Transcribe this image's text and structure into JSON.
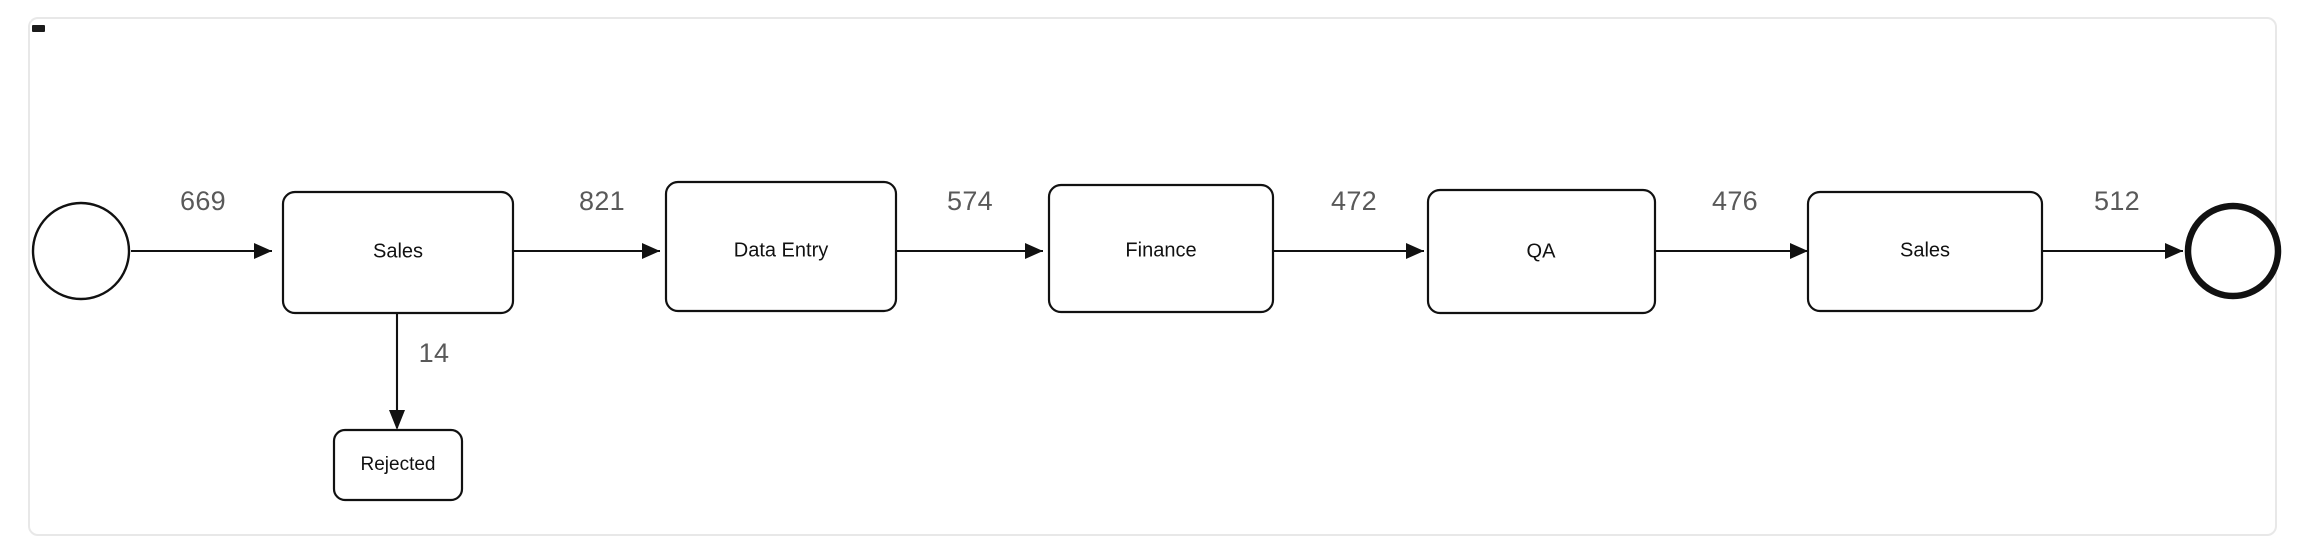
{
  "card": {
    "corner_marker": "-",
    "border_color": "#e8e8e8",
    "background_color": "#ffffff"
  },
  "theme": {
    "node_stroke": "#111111",
    "node_fill": "#ffffff",
    "edge_label_color": "#595959",
    "node_label_color": "#111111"
  },
  "diagram": {
    "type": "process-flow",
    "orientation": "left-to-right",
    "start_node": {
      "id": "start",
      "shape": "circle",
      "label": ""
    },
    "end_node": {
      "id": "end",
      "shape": "circle-thick",
      "label": ""
    },
    "nodes": [
      {
        "id": "sales-1",
        "label": "Sales",
        "shape": "rounded-rect"
      },
      {
        "id": "data-entry",
        "label": "Data Entry",
        "shape": "rounded-rect"
      },
      {
        "id": "finance",
        "label": "Finance",
        "shape": "rounded-rect"
      },
      {
        "id": "qa",
        "label": "QA",
        "shape": "rounded-rect"
      },
      {
        "id": "sales-2",
        "label": "Sales",
        "shape": "rounded-rect"
      },
      {
        "id": "rejected",
        "label": "Rejected",
        "shape": "rounded-rect-small"
      }
    ],
    "edges": [
      {
        "id": "e1",
        "from": "start",
        "to": "sales-1",
        "label": "669",
        "direction": "horizontal"
      },
      {
        "id": "e2",
        "from": "sales-1",
        "to": "data-entry",
        "label": "821",
        "direction": "horizontal"
      },
      {
        "id": "e3",
        "from": "data-entry",
        "to": "finance",
        "label": "574",
        "direction": "horizontal"
      },
      {
        "id": "e4",
        "from": "finance",
        "to": "qa",
        "label": "472",
        "direction": "horizontal"
      },
      {
        "id": "e5",
        "from": "qa",
        "to": "sales-2",
        "label": "476",
        "direction": "horizontal"
      },
      {
        "id": "e6",
        "from": "sales-2",
        "to": "end",
        "label": "512",
        "direction": "horizontal"
      },
      {
        "id": "e7",
        "from": "sales-1",
        "to": "rejected",
        "label": "14",
        "direction": "vertical"
      }
    ]
  }
}
